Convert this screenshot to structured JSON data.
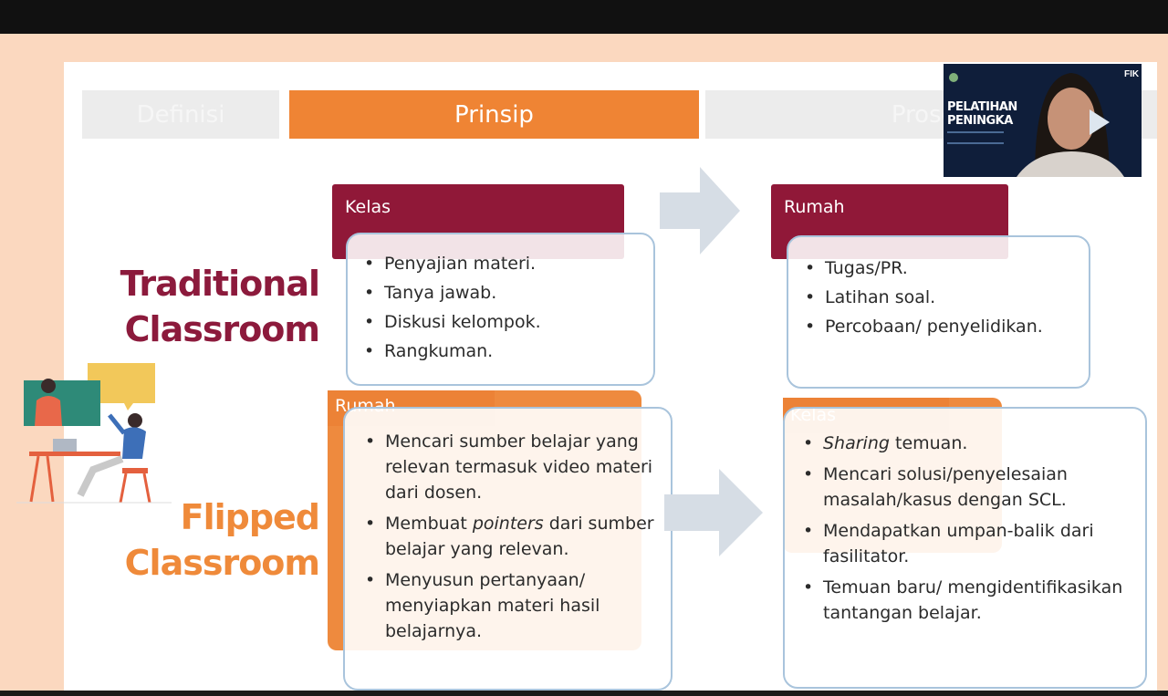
{
  "tabs": [
    {
      "label": "Definisi",
      "state": "inactive"
    },
    {
      "label": "Prinsip",
      "state": "active"
    },
    {
      "label": "Prosed",
      "state": "inactive"
    }
  ],
  "traditional": {
    "heading_line1": "Traditional",
    "heading_line2": "Classroom",
    "left": {
      "header": "Kelas",
      "items": [
        "Penyajian materi.",
        "Tanya jawab.",
        "Diskusi kelompok.",
        "Rangkuman."
      ]
    },
    "right": {
      "header": "Rumah",
      "items": [
        "Tugas/PR.",
        "Latihan soal.",
        "Percobaan/ penyelidikan."
      ]
    }
  },
  "flipped": {
    "heading_line1": "Flipped",
    "heading_line2": "Classroom",
    "left": {
      "header": "Rumah",
      "items": [
        {
          "text": "Mencari sumber belajar yang relevan termasuk video materi dari dosen."
        },
        {
          "pre": "Membuat ",
          "em": "pointers",
          "post": " dari sumber belajar yang relevan."
        },
        {
          "text": "Menyusun pertanyaan/ menyiapkan materi hasil belajarnya."
        }
      ]
    },
    "right": {
      "header": "Kelas",
      "items": [
        {
          "em": "Sharing",
          "post": " temuan."
        },
        {
          "text": "Mencari solusi/penyelesaian masalah/kasus dengan SCL."
        },
        {
          "text": "Mendapatkan umpan-balik dari fasilitator."
        },
        {
          "text": "Temuan baru/ mengidentifikasikan tantangan belajar."
        }
      ]
    }
  },
  "video_overlay": {
    "title_line1": "PELATIHAN",
    "title_line2": "PENINGKA",
    "logo_text": "FIK"
  },
  "colors": {
    "accent_orange": "#ef8434",
    "traditional_red": "#8c1a3c",
    "card_border": "#a9c4dc",
    "arrow_gray": "#d6dde5"
  }
}
